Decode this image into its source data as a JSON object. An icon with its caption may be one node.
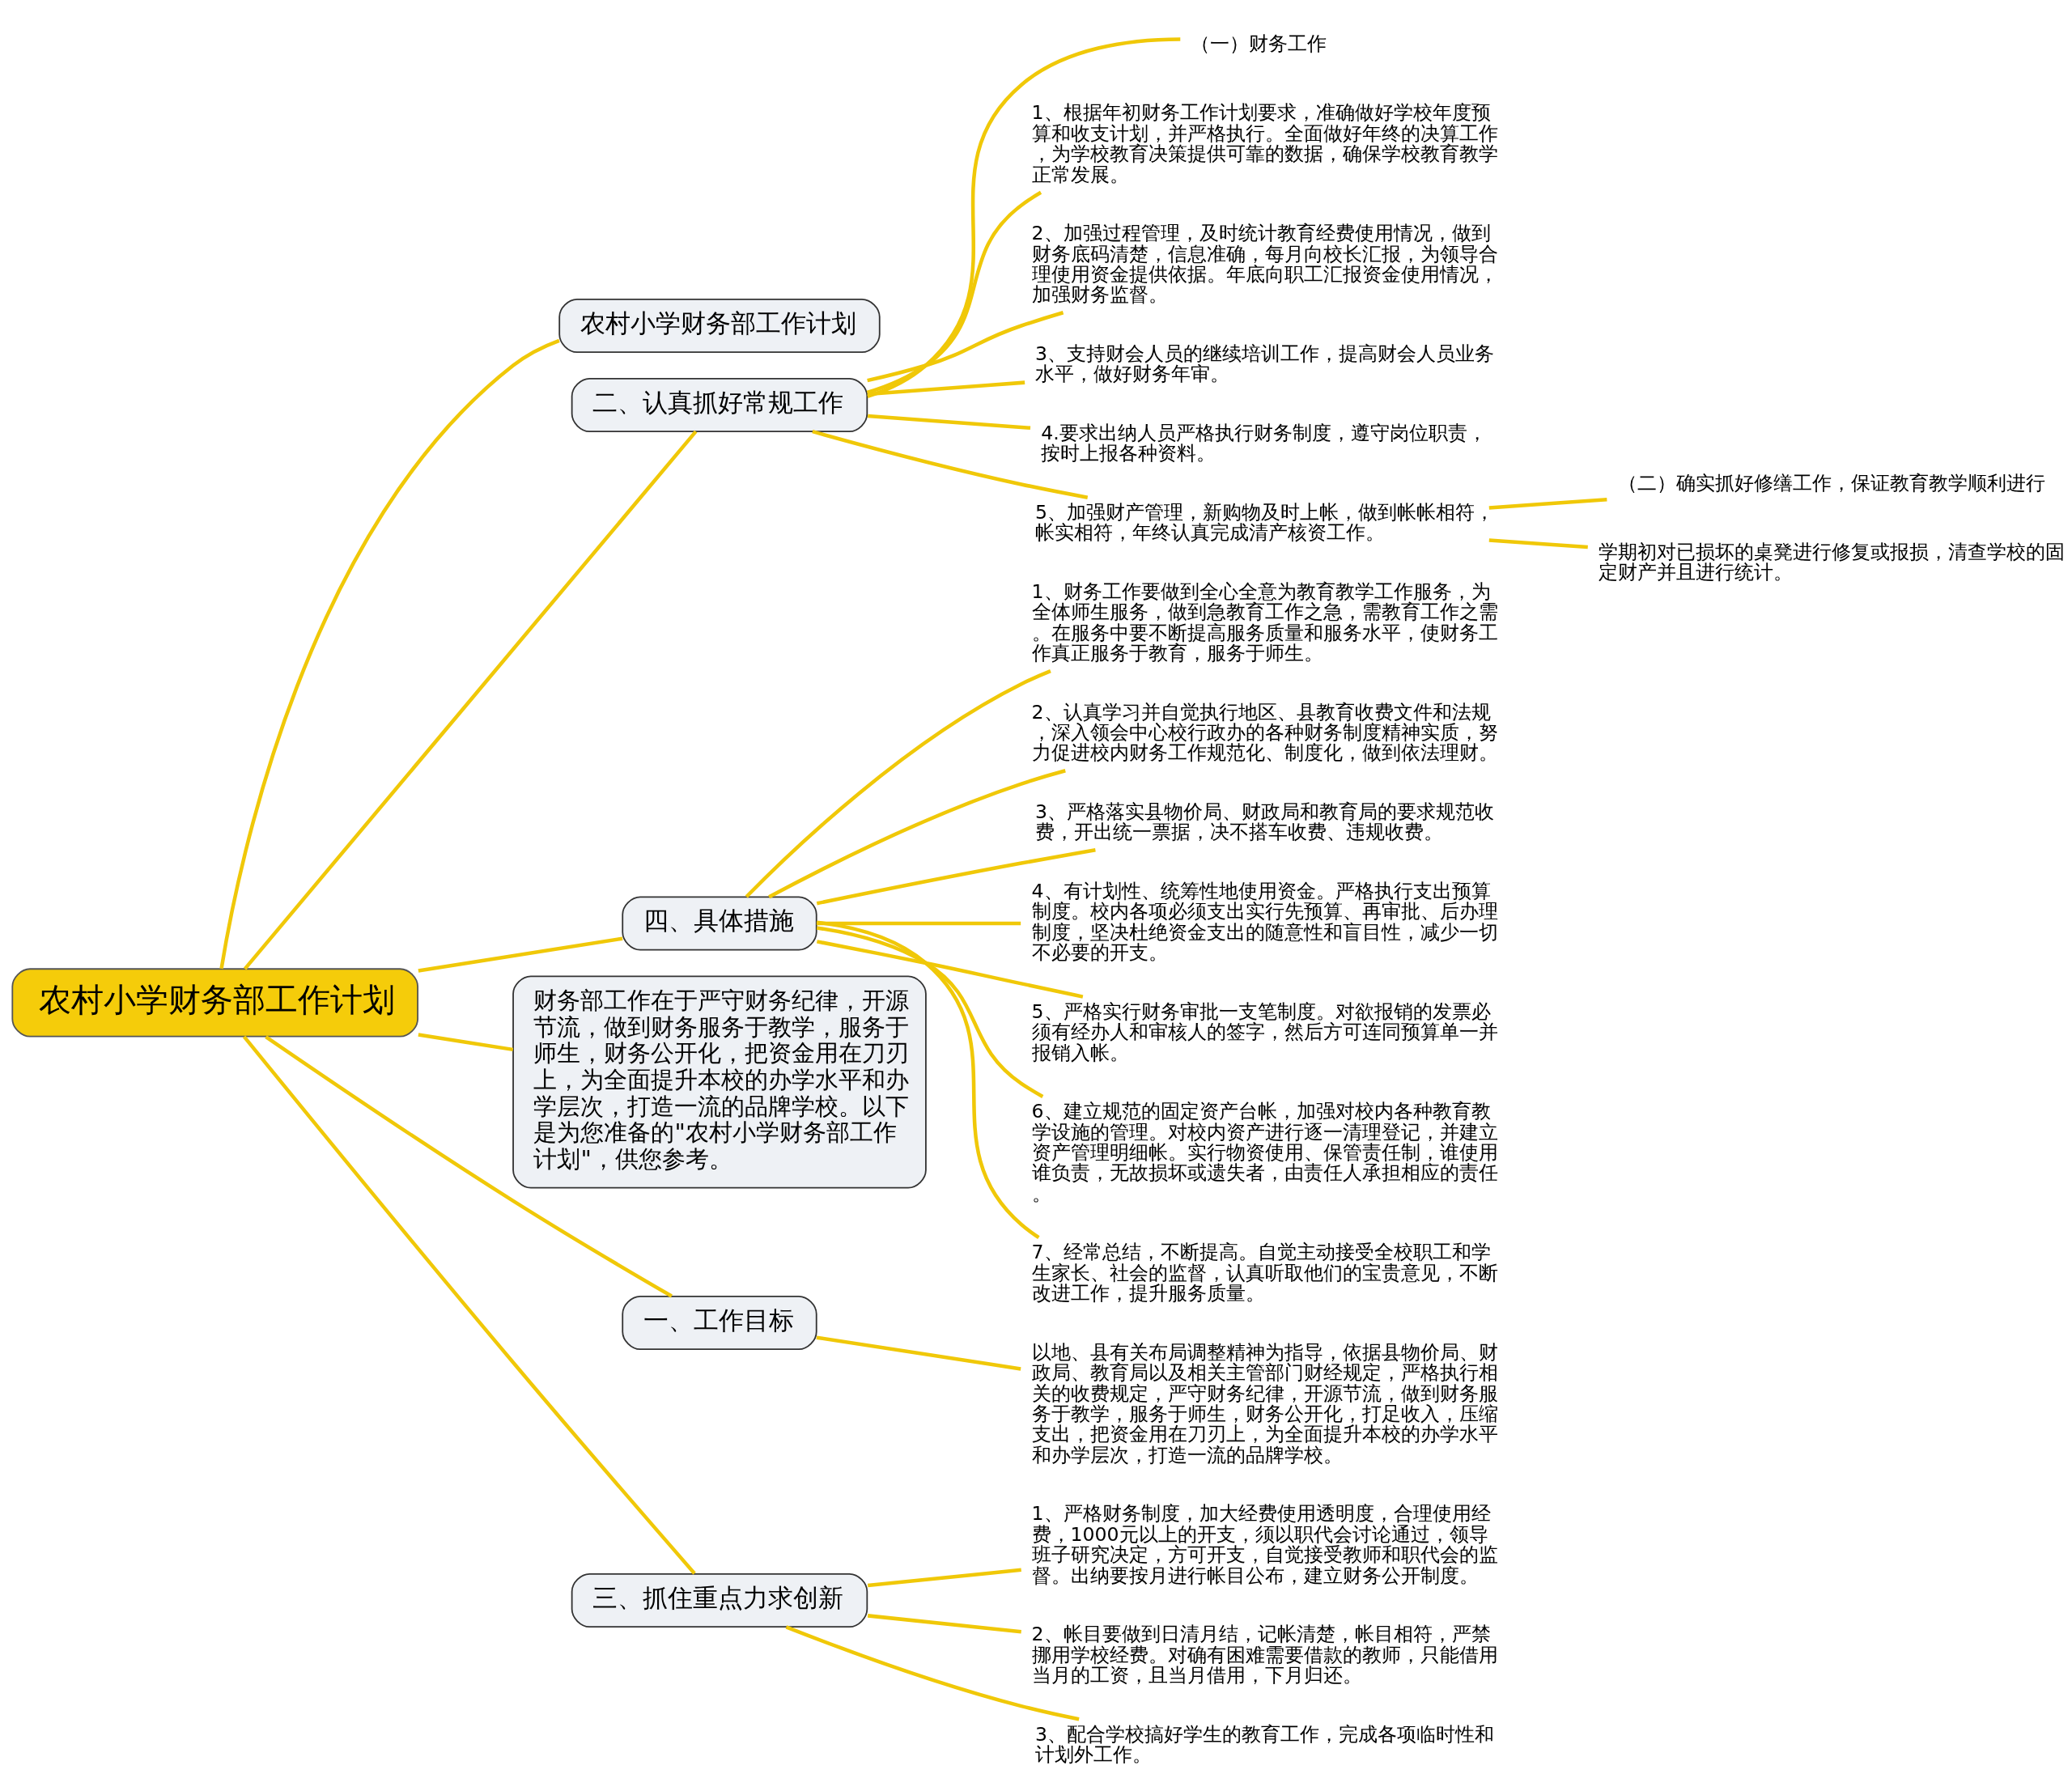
{
  "diagram": {
    "nodes": [
      {
        "text": [
          "农村小学财务部工作计划"
        ]
      },
      {
        "text": [
          "农村小学财务部工作计划"
        ]
      },
      {
        "text": [
          "二、认真抓好常规工作"
        ]
      },
      {
        "text": [
          "（一）财务工作"
        ]
      },
      {
        "text": [
          "1、根据年初财务工作计划要求，准确做好学校年度预算和收支计划，并严格执行。全面做好年终的决算工作，为学校教育决策提供可靠的数据，确保学校教育教学正常发展。"
        ]
      },
      {
        "text": [
          "2、加强过程管理，及时统计教育经费使用情况，做到财务底码清楚，信息准确，每月向校长汇报，为领导合理使用资金提供依据。年底向职工汇报资金使用情况，加强财务监督。"
        ]
      },
      {
        "text": [
          "3、支持财会人员的继续培训工作，提高财会人员业务水平，做好财务年审。"
        ]
      },
      {
        "text": [
          "4.要求出纳人员严格执行财务制度，遵守岗位职责，按时上报各种资料。"
        ]
      },
      {
        "text": [
          "5、加强财产管理，新购物及时上帐，做到帐帐相符，帐实相符，年终认真完成清产核资工作。"
        ]
      },
      {
        "text": [
          "（二）确实抓好修缮工作，保证教育教学顺利进行"
        ]
      },
      {
        "text": [
          "学期初对已损坏的桌凳进行修复或报损，清查学校的固定财产并且进行统计。"
        ]
      },
      {
        "text": [
          "四、具体措施"
        ]
      },
      {
        "text": [
          "1、财务工作要做到全心全意为教育教学工作服务，为全体师生服务，做到急教育工作之急，需教育工作之需。在服务中要不断提高服务质量和服务水平，使财务工作真正服务于教育，服务于师生。"
        ]
      },
      {
        "text": [
          "2、认真学习并自觉执行地区、县教育收费文件和法规，深入领会中心校行政办的各种财务制度精神实质，努力促进校内财务工作规范化、制度化，做到依法理财。"
        ]
      },
      {
        "text": [
          "3、严格落实县物价局、财政局和教育局的要求规范收费，开出统一票据，决不搭车收费、违规收费。"
        ]
      },
      {
        "text": [
          "4、有计划性、统筹性地使用资金。严格执行支出预算制度。校内各项必须支出实行先预算、再审批、后办理制度，坚决杜绝资金支出的随意性和盲目性，减少一切不必要的开支。"
        ]
      },
      {
        "text": [
          "5、严格实行财务审批一支笔制度。对欲报销的发票必须有经办人和审核人的签字，然后方可连同预算单一并报销入帐。"
        ]
      },
      {
        "text": [
          "6、建立规范的固定资产台帐，加强对校内各种教育教学设施的管理。对校内资产进行逐一清理登记，并建立资产管理明细帐。实行物资使用、保管责任制，谁使用谁负责，无故损坏或遗失者，由责任人承担相应的责任。"
        ]
      },
      {
        "text": [
          "7、经常总结，不断提高。自觉主动接受全校职工和学生家长、社会的监督，认真听取他们的宝贵意见，不断改进工作，提升服务质量。"
        ]
      },
      {
        "text": [
          "财务部工作在于严守财务纪律，开源节流，做到财务服务于教学，服务于师生，财务公开化，把资金用在刀刃上，为全面提升本校的办学水平和办学层次，打造一流的品牌学校。以下是为您准备的\"农村小学财务部工作计划\"，供您参考。"
        ]
      },
      {
        "text": [
          "一、工作目标"
        ]
      },
      {
        "text": [
          "以地、县有关布局调整精神为指导，依据县物价局、财政局、教育局以及相关主管部门财经规定，严格执行相关的收费规定，严守财务纪律，开源节流，做到财务服务于教学，服务于师生，财务公开化，打足收入，压缩支出，把资金用在刀刃上，为全面提升本校的办学水平和办学层次，打造一流的品牌学校。"
        ]
      },
      {
        "text": [
          "三、抓住重点力求创新"
        ]
      },
      {
        "text": [
          "1、严格财务制度，加大经费使用透明度，合理使用经费，1000元以上的开支，须以职代会讨论通过，领导班子研究决定，方可开支，自觉接受教师和职代会的监督。出纳要按月进行帐目公布，建立财务公开制度。"
        ]
      },
      {
        "text": [
          "2、帐目要做到日清月结，记帐清楚，帐目相符，严禁挪用学校经费。对确有困难需要借款的教师，只能借用当月的工资，且当月借用，下月归还。"
        ]
      },
      {
        "text": [
          "3、配合学校搞好学生的教育工作，完成各项临时性和计划外工作。"
        ]
      }
    ],
    "edges": [
      {
        "from": 0,
        "to": 1,
        "arrow": "none"
      },
      {
        "from": 0,
        "to": 2,
        "arrow": "none"
      },
      {
        "from": 2,
        "to": 3,
        "arrow": "none"
      },
      {
        "from": 2,
        "to": 4,
        "arrow": "none"
      },
      {
        "from": 2,
        "to": 5,
        "arrow": "none"
      },
      {
        "from": 2,
        "to": 6,
        "arrow": "none"
      },
      {
        "from": 2,
        "to": 7,
        "arrow": "none"
      },
      {
        "from": 2,
        "to": 8,
        "arrow": "none"
      },
      {
        "from": 8,
        "to": 9,
        "arrow": "none"
      },
      {
        "from": 8,
        "to": 10,
        "arrow": "none"
      },
      {
        "from": 0,
        "to": 11,
        "arrow": "none"
      },
      {
        "from": 11,
        "to": 12,
        "arrow": "none"
      },
      {
        "from": 11,
        "to": 13,
        "arrow": "none"
      },
      {
        "from": 11,
        "to": 14,
        "arrow": "none"
      },
      {
        "from": 11,
        "to": 15,
        "arrow": "none"
      },
      {
        "from": 11,
        "to": 16,
        "arrow": "none"
      },
      {
        "from": 11,
        "to": 17,
        "arrow": "none"
      },
      {
        "from": 11,
        "to": 18,
        "arrow": "none"
      },
      {
        "from": 0,
        "to": 19,
        "arrow": "none"
      },
      {
        "from": 0,
        "to": 20,
        "arrow": "none"
      },
      {
        "from": 20,
        "to": 21,
        "arrow": "none"
      },
      {
        "from": 0,
        "to": 22,
        "arrow": "none"
      },
      {
        "from": 22,
        "to": 23,
        "arrow": "none"
      },
      {
        "from": 22,
        "to": 24,
        "arrow": "none"
      },
      {
        "from": 22,
        "to": 25,
        "arrow": "none"
      }
    ]
  }
}
